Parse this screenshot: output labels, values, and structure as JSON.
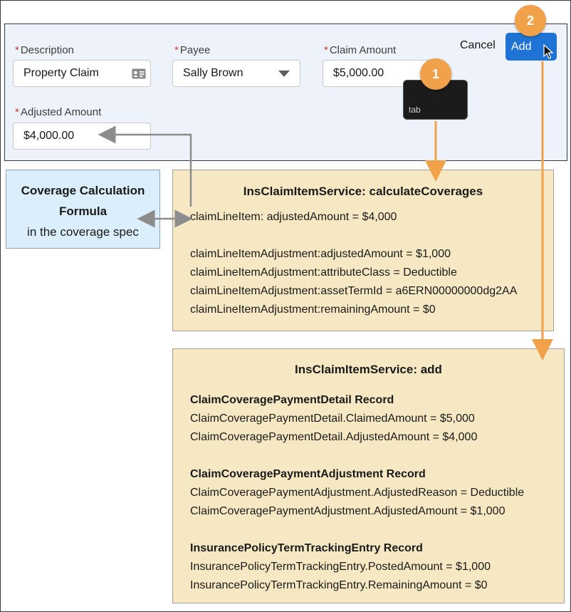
{
  "form": {
    "description": {
      "label": "Description",
      "value": "Property Claim"
    },
    "payee": {
      "label": "Payee",
      "value": "Sally Brown"
    },
    "claim_amount": {
      "label": "Claim Amount",
      "value": "$5,000.00"
    },
    "adjusted_amount": {
      "label": "Adjusted Amount",
      "value": "$4,000.00"
    },
    "required_marker": "*",
    "cancel_label": "Cancel",
    "add_label": "Add"
  },
  "tab_key": {
    "label": "tab"
  },
  "steps": [
    "1",
    "2"
  ],
  "formula_box": {
    "line1": "Coverage Calculation",
    "line2": "Formula",
    "line3": "in the coverage spec"
  },
  "calculate_box": {
    "title": "InsClaimItemService: calculateCoverages",
    "lines": [
      "claimLineItem: adjustedAmount = $4,000",
      "claimLineItemAdjustment:adjustedAmount = $1,000",
      "claimLineItemAdjustment:attributeClass = Deductible",
      "claimLineItemAdjustment:assetTermId = a6ERN00000000dg2AA",
      "claimLineItemAdjustment:remainingAmount = $0"
    ]
  },
  "add_box": {
    "title": "InsClaimItemService: add",
    "sections": [
      {
        "heading": "ClaimCoveragePaymentDetail Record",
        "lines": [
          "ClaimCoveragePaymentDetail.ClaimedAmount = $5,000",
          "ClaimCoveragePaymentDetail.AdjustedAmount = $4,000"
        ]
      },
      {
        "heading": "ClaimCoveragePaymentAdjustment Record",
        "lines": [
          "ClaimCoveragePaymentAdjustment.AdjustedReason = Deductible",
          "ClaimCoveragePaymentAdjustment.AdjustedAmount = $1,000"
        ]
      },
      {
        "heading": "InsurancePolicyTermTrackingEntry Record",
        "lines": [
          "InsurancePolicyTermTrackingEntry.PostedAmount = $1,000",
          "InsurancePolicyTermTrackingEntry.RemainingAmount = $0"
        ]
      }
    ]
  },
  "colors": {
    "accent_orange": "#f0a14a",
    "arrow_gray": "#8c8c8c",
    "button_blue": "#1f73d4",
    "box_fill": "#f6e8c2",
    "formula_fill": "#dbeefb"
  }
}
